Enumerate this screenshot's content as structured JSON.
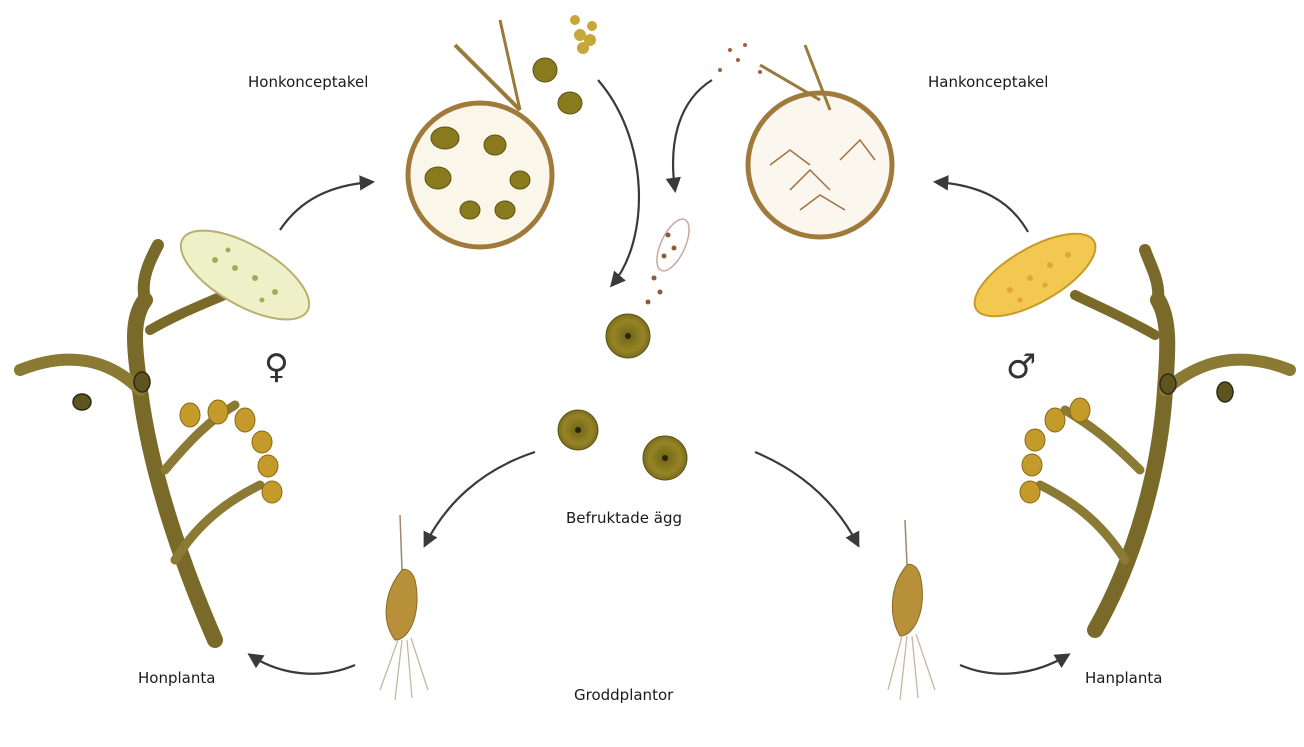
{
  "labels": {
    "female_conceptacle": "Honkonceptakel",
    "male_conceptacle": "Hankonceptakel",
    "fertilized_eggs": "Befruktade ägg",
    "female_plant": "Honplanta",
    "male_plant": "Hanplanta",
    "seedlings": "Groddplantor"
  },
  "symbols": {
    "female": "♀",
    "male": "♂"
  },
  "colors": {
    "arrow": "#3a3a3a",
    "seaweed": "#7a6a2a",
    "seaweed_dark": "#5e5420",
    "receptacle": "#c49a2a",
    "egg": "#8a7a1e",
    "seedling": "#b8903a"
  }
}
